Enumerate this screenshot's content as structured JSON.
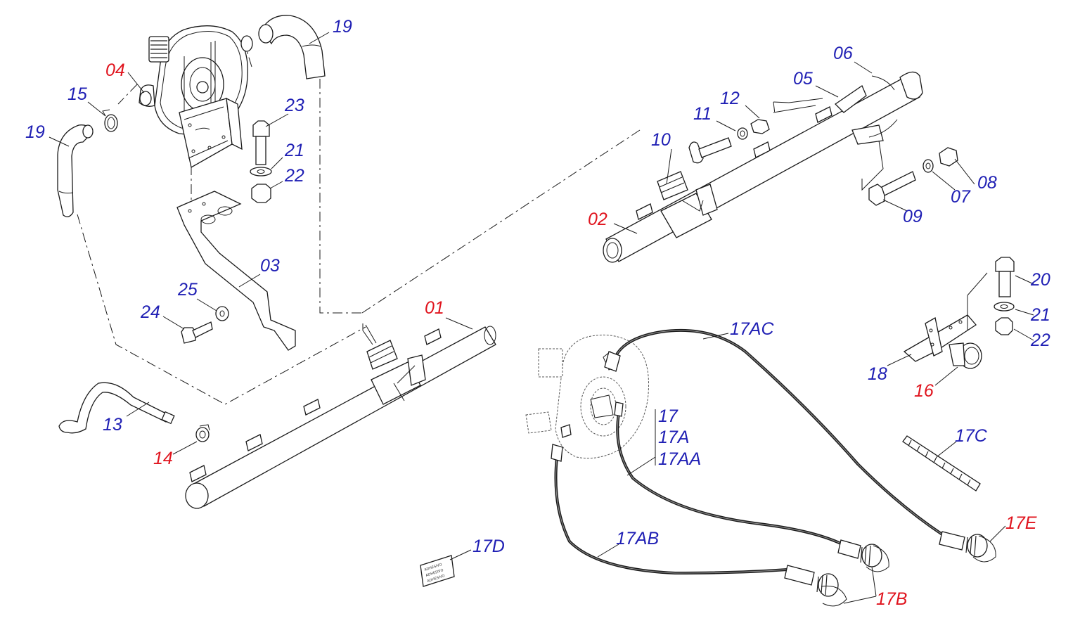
{
  "labels": {
    "p19a": "19",
    "p19b": "19",
    "p04": "04",
    "p15": "15",
    "p23": "23",
    "p21a": "21",
    "p22a": "22",
    "p03": "03",
    "p25": "25",
    "p24": "24",
    "p01": "01",
    "p13": "13",
    "p14": "14",
    "p02": "02",
    "p10": "10",
    "p11": "11",
    "p12": "12",
    "p05": "05",
    "p06": "06",
    "p08": "08",
    "p07": "07",
    "p09": "09",
    "p20": "20",
    "p21b": "21",
    "p22b": "22",
    "p18": "18",
    "p16": "16",
    "p17": "17",
    "p17a": "17A",
    "p17aa": "17AA",
    "p17ac": "17AC",
    "p17ab": "17AB",
    "p17b": "17B",
    "p17c": "17C",
    "p17d": "17D",
    "p17e": "17E"
  },
  "decal_text": [
    "ADHESIVO",
    "ADHESIVO",
    "ADHESIVO"
  ],
  "colors": {
    "blue": "#1f1fb4",
    "red": "#e0141e",
    "line": "#1a1a1a"
  }
}
